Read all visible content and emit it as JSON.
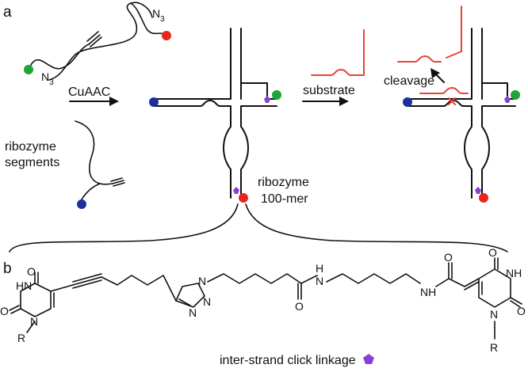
{
  "panels": {
    "a": "a",
    "b": "b"
  },
  "labels": {
    "cuaac": "CuAAC",
    "azide_top": "N",
    "azide_top_sub": "3",
    "azide_bottom": "N",
    "azide_bottom_sub": "3",
    "ribozyme_segments_1": "ribozyme",
    "ribozyme_segments_2": "segments",
    "ribozyme_mer_1": "ribozyme",
    "ribozyme_mer_2": "100-mer",
    "substrate": "substrate",
    "cleavage": "cleavage",
    "linkage": "inter-strand click linkage"
  },
  "chem": {
    "hn": "HN",
    "o": "O",
    "n": "N",
    "r": "R",
    "h": "H",
    "nh": "NH"
  },
  "colors": {
    "green": "#1fa535",
    "blue": "#1c2f9c",
    "red": "#e8261c",
    "purple": "#8a3fd6",
    "substrate_red": "#e8433a"
  }
}
